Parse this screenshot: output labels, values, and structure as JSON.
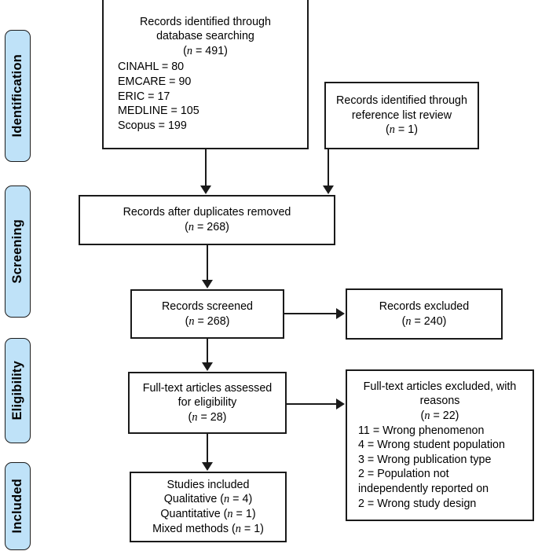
{
  "diagram": {
    "title": "PRISMA study selection flow diagram",
    "type": "flowchart",
    "accent_color": "#bfe2f8",
    "line_color": "#1a1a1a",
    "background": "#ffffff"
  },
  "stages": [
    {
      "id": "identification",
      "label": "Identification"
    },
    {
      "id": "screening",
      "label": "Screening"
    },
    {
      "id": "eligibility",
      "label": "Eligibility"
    },
    {
      "id": "included",
      "label": "Included"
    }
  ],
  "nodes": {
    "database_search": {
      "heading_line_1": "Records identified through",
      "heading_line_2": "database searching",
      "count_open": "(",
      "count_n": "n",
      "count_value": " = 491)",
      "sources": [
        "CINAHL = 80",
        "EMCARE = 90",
        "ERIC = 17",
        "MEDLINE = 105",
        "Scopus = 199"
      ]
    },
    "reference_search": {
      "heading_line_1": "Records identified through",
      "heading_line_2": "reference list review",
      "count_n": "n",
      "count_value": " = 1)"
    },
    "duplicates_removed": {
      "heading_line_1": "Records after duplicates removed",
      "count_n": "n",
      "count_value": " = 268)"
    },
    "records_screened": {
      "heading_line_1": "Records screened",
      "count_n": "n",
      "count_value": " = 268)"
    },
    "records_excluded": {
      "heading_line_1": "Records excluded",
      "count_n": "n",
      "count_value": " = 240)"
    },
    "fulltext_assessed": {
      "heading_line_1": "Full-text articles assessed",
      "heading_line_2": "for eligibility",
      "count_n": "n",
      "count_value": " = 28)"
    },
    "fulltext_excluded": {
      "heading_line_1": "Full-text articles excluded, with",
      "heading_line_2": "reasons",
      "count_n": "n",
      "count_value": " = 22)",
      "reasons": [
        "11 = Wrong phenomenon",
        "4 = Wrong student population",
        "3 = Wrong publication type",
        "2 = Population not",
        "independently reported on",
        "2 = Wrong study design"
      ]
    },
    "studies_included": {
      "heading_line_1": "Studies included",
      "rows": [
        {
          "label": "Qualitative (",
          "n": "n",
          "value": " = 4)"
        },
        {
          "label": "Quantitative (",
          "n": "n",
          "value": " = 1)"
        },
        {
          "label": "Mixed methods (",
          "n": "n",
          "value": " = 1)"
        }
      ]
    }
  }
}
